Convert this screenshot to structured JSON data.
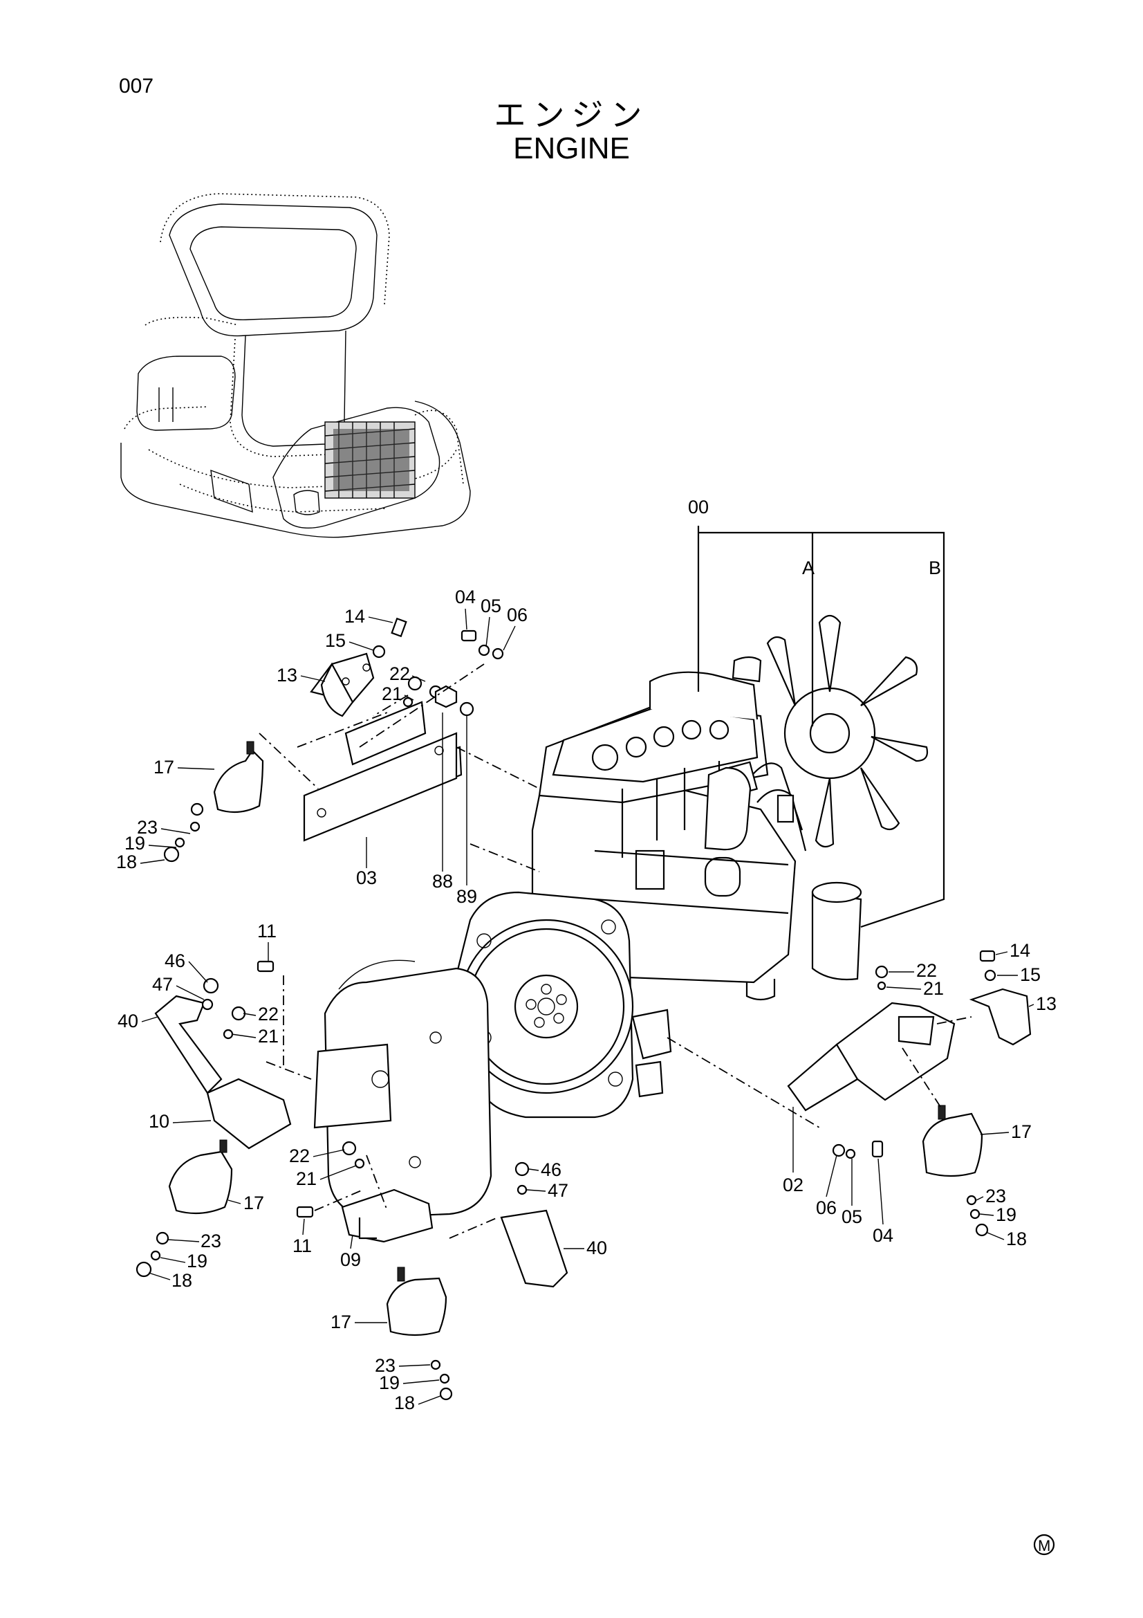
{
  "page_number": "007",
  "title_jp": "エンジン",
  "title_en": "ENGINE",
  "mark": "M",
  "callouts": {
    "c00": "00",
    "cA": "A",
    "cB": "B",
    "c04t": "04",
    "c05t": "05",
    "c06t": "06",
    "c14t": "14",
    "c15t": "15",
    "c13t": "13",
    "c22t": "22",
    "c21t": "21",
    "c17a": "17",
    "c23a": "23",
    "c19a": "19",
    "c18a": "18",
    "c03": "03",
    "c88": "88",
    "c89": "89",
    "c11a": "11",
    "c46a": "46",
    "c47a": "47",
    "c40a": "40",
    "c22m": "22",
    "c21m": "21",
    "c10": "10",
    "c17b": "17",
    "c23b": "23",
    "c19b": "19",
    "c18b": "18",
    "c22l": "22",
    "c21l": "21",
    "c11b": "11",
    "c09": "09",
    "c46b": "46",
    "c47b": "47",
    "c40b": "40",
    "c17c": "17",
    "c23c": "23",
    "c19c": "19",
    "c18c": "18",
    "c22r": "22",
    "c21r": "21",
    "c14r": "14",
    "c15r": "15",
    "c13r": "13",
    "c17d": "17",
    "c23d": "23",
    "c19d": "19",
    "c18d": "18",
    "c02": "02",
    "c06b": "06",
    "c05b": "05",
    "c04b": "04"
  }
}
